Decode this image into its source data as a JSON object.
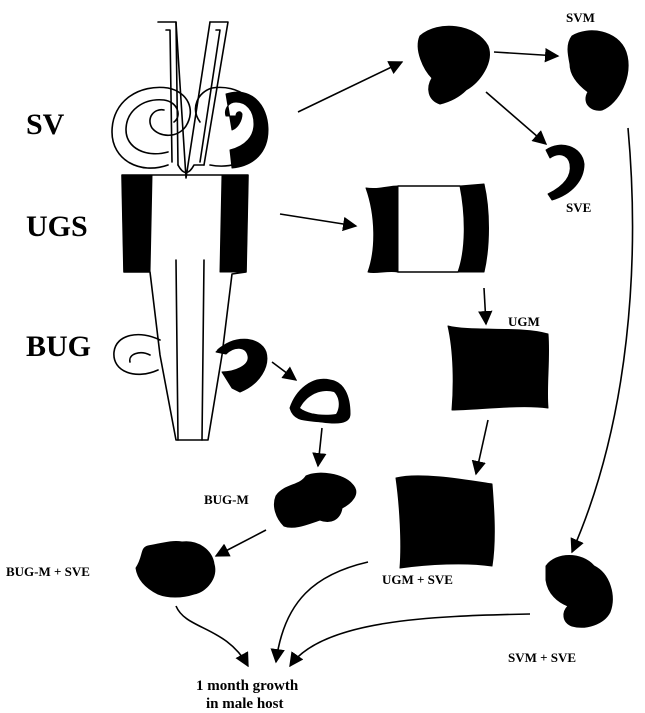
{
  "labels": {
    "sv": "SV",
    "ugs": "UGS",
    "bug": "BUG",
    "svm": "SVM",
    "sve": "SVE",
    "ugm": "UGM",
    "bug_m": "BUG-M",
    "bug_m_sve": "BUG-M + SVE",
    "ugm_sve": "UGM + SVE",
    "svm_sve": "SVM + SVE",
    "result_line1": "1 month growth",
    "result_line2": "in male host"
  }
}
